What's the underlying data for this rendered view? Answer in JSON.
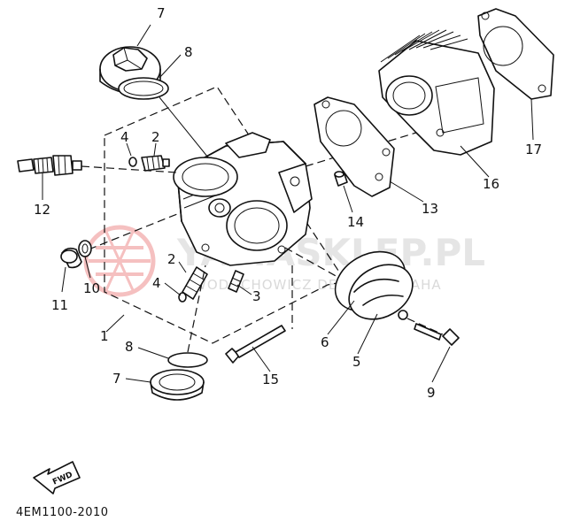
{
  "diagram": {
    "part_code": "4EM1100-2010",
    "fwd_label": "FWD",
    "watermark": {
      "brand": "YAMASKLEP.PL",
      "tagline": "WODOCHOWICZ DEALER YAMAHA"
    },
    "callouts": [
      {
        "id": "7-top",
        "text": "7"
      },
      {
        "id": "8-top",
        "text": "8"
      },
      {
        "id": "4-top",
        "text": "4"
      },
      {
        "id": "2-top",
        "text": "2"
      },
      {
        "id": "12",
        "text": "12"
      },
      {
        "id": "11",
        "text": "11"
      },
      {
        "id": "10",
        "text": "10"
      },
      {
        "id": "2-mid",
        "text": "2"
      },
      {
        "id": "4-mid",
        "text": "4"
      },
      {
        "id": "3",
        "text": "3"
      },
      {
        "id": "1",
        "text": "1"
      },
      {
        "id": "8-bot",
        "text": "8"
      },
      {
        "id": "7-bot",
        "text": "7"
      },
      {
        "id": "15",
        "text": "15"
      },
      {
        "id": "6",
        "text": "6"
      },
      {
        "id": "5",
        "text": "5"
      },
      {
        "id": "9",
        "text": "9"
      },
      {
        "id": "14",
        "text": "14"
      },
      {
        "id": "13",
        "text": "13"
      },
      {
        "id": "16",
        "text": "16"
      },
      {
        "id": "17",
        "text": "17"
      }
    ]
  }
}
